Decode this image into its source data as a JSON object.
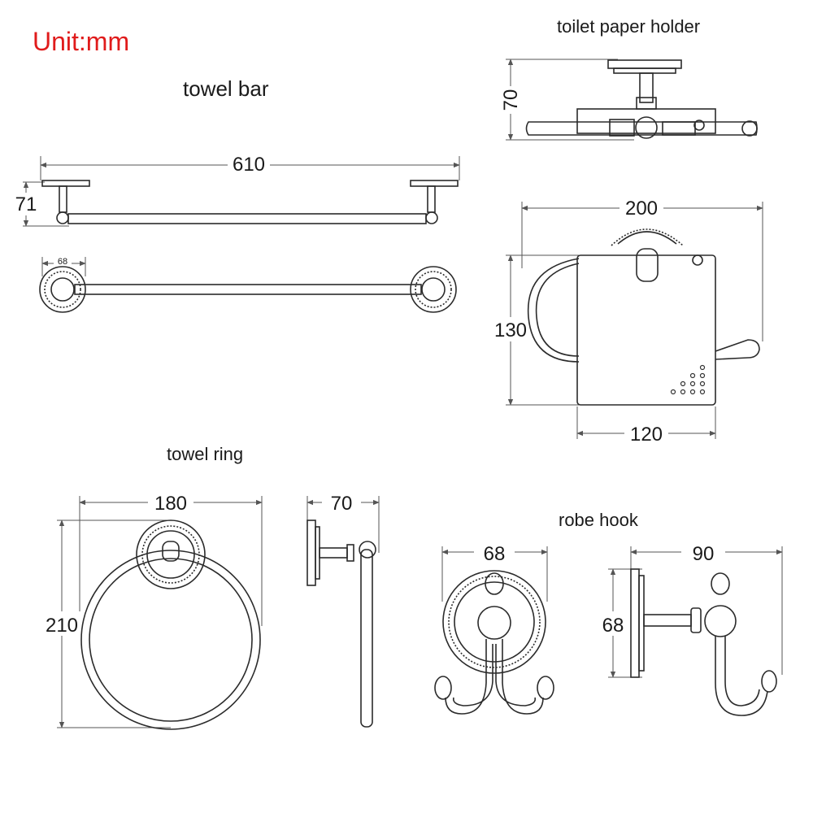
{
  "unit_label": "Unit:mm",
  "sections": {
    "towel_bar": {
      "title": "towel  bar",
      "length": "610",
      "height": "71",
      "rosette": "68"
    },
    "toilet_paper_holder": {
      "title": "toilet  paper  holder",
      "depth": "70",
      "width": "200",
      "height": "130",
      "cover_width": "120"
    },
    "towel_ring": {
      "title": "towel  ring",
      "width": "180",
      "height": "210",
      "depth": "70"
    },
    "robe_hook": {
      "title": "robe  hook",
      "width": "68",
      "depth": "90",
      "height": "68"
    }
  },
  "colors": {
    "unit_text": "#e01b1b",
    "line": "#2b2b2b",
    "dimension": "#555555"
  },
  "icons": [
    "arrow-head-icon"
  ]
}
